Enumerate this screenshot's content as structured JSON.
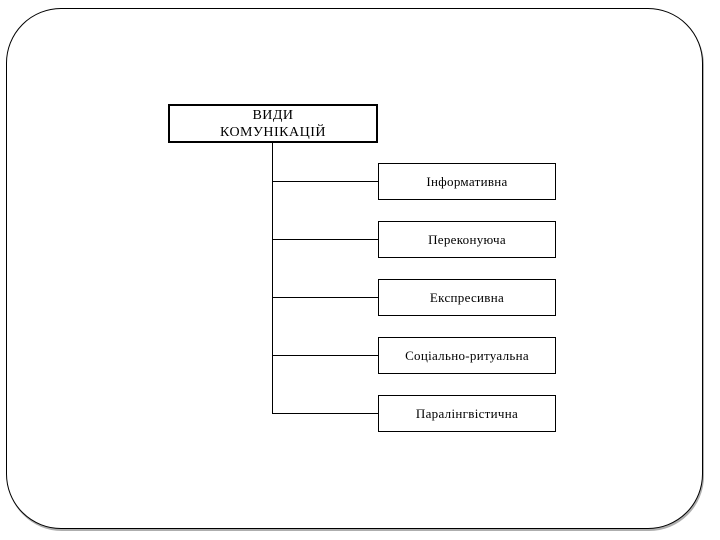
{
  "slide": {
    "background_color": "#ffffff",
    "frame_border_color": "#000000",
    "frame_shadow_color": "#aeaeae"
  },
  "diagram": {
    "root": {
      "label": "ВИДИ КОМУНІКАЦІЙ",
      "lines": [
        "ВИДИ",
        "КОМУНІКАЦІЙ"
      ]
    },
    "children": [
      {
        "label": "Інформативна"
      },
      {
        "label": "Переконуюча"
      },
      {
        "label": "Експресивна"
      },
      {
        "label": "Соціально-ритуальна"
      },
      {
        "label": "Паралінгвістична"
      }
    ]
  }
}
